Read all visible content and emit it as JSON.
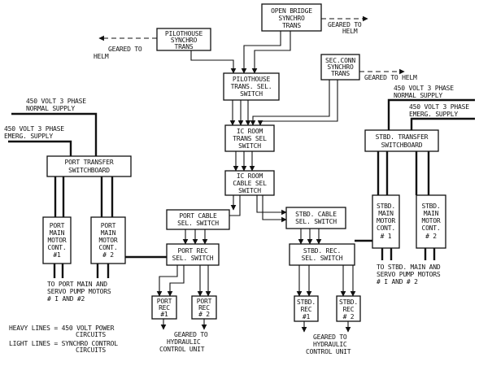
{
  "boxes": {
    "open_bridge": [
      "OPEN BRIDGE",
      "SYNCHRO",
      "TRANS"
    ],
    "pilothouse_synchro": [
      "PILOTHOUSE",
      "SYNCHRO",
      "TRANS"
    ],
    "secconn": [
      "SEC.CONN",
      "SYNCHRO",
      "TRANS"
    ],
    "pilothouse_sel": [
      "PILOTHOUSE",
      "TRANS. SEL.",
      "SWITCH"
    ],
    "icroom_trans": [
      "IC ROOM",
      "TRANS SEL",
      "SWITCH"
    ],
    "icroom_cable": [
      "IC ROOM",
      "CABLE SEL",
      "SWITCH"
    ],
    "port_transfer": [
      "PORT TRANSFER",
      "SWITCHBOARD"
    ],
    "port_motor_1": [
      "PORT",
      "MAIN",
      "MOTOR",
      "CONT.",
      "#1"
    ],
    "port_motor_2": [
      "PORT",
      "MAIN",
      "MOTOR",
      "CONT.",
      "# 2"
    ],
    "port_cable": [
      "PORT CABLE",
      "SEL. SWITCH"
    ],
    "port_rec_sel": [
      "PORT REC",
      "SEL. SWITCH"
    ],
    "port_rec_1": [
      "PORT",
      "REC",
      "#1"
    ],
    "port_rec_2": [
      "PORT",
      "REC",
      "# 2"
    ],
    "stbd_cable": [
      "STBD. CABLE",
      "SEL. SWITCH"
    ],
    "stbd_rec_sel": [
      "STBD. REC.",
      "SEL. SWITCH"
    ],
    "stbd_rec_1": [
      "STBD.",
      "REC",
      "#1"
    ],
    "stbd_rec_2": [
      "STBD.",
      "REC",
      "# 2"
    ],
    "stbd_transfer": [
      "STBD. TRANSFER",
      "SWITCHBOARD"
    ],
    "stbd_motor_1": [
      "STBD.",
      "MAIN",
      "MOTOR",
      "CONT.",
      "# 1"
    ],
    "stbd_motor_2": [
      "STBD.",
      "MAIN",
      "MOTOR",
      "CONT.",
      "# 2"
    ]
  },
  "labels": {
    "geared_helm_top": [
      "GEARED TO",
      "HELM"
    ],
    "geared_helm_left": [
      "GEARED TO",
      "HELM"
    ],
    "geared_helm_sec": [
      "GEARED TO HELM"
    ],
    "port_normal_supply": [
      "450 VOLT 3 PHASE",
      "NORMAL SUPPLY"
    ],
    "port_emerg_supply": [
      "450 VOLT 3 PHASE",
      "EMERG. SUPPLY"
    ],
    "stbd_normal_supply": [
      "450 VOLT 3 PHASE",
      "NORMAL SUPPLY"
    ],
    "stbd_emerg_supply": [
      "450 VOLT 3 PHASE",
      "EMERG. SUPPLY"
    ],
    "port_pump_motors": [
      "TO PORT MAIN AND",
      "SERVO PUMP MOTORS",
      "# I AND #2"
    ],
    "stbd_pump_motors": [
      "TO STBD. MAIN AND",
      "SERVO PUMP MOTORS",
      "# I AND # 2"
    ],
    "port_hydraulic": [
      "GEARED TO",
      "HYDRAULIC",
      "CONTROL UNIT"
    ],
    "stbd_hydraulic": [
      "GEARED TO",
      "HYDRAULIC",
      "CONTROL UNIT"
    ],
    "legend_heavy": [
      "HEAVY LINES = 450 VOLT POWER",
      "CIRCUITS"
    ],
    "legend_light": [
      "LIGHT LINES = SYNCHRO CONTROL",
      "CIRCUITS"
    ]
  }
}
